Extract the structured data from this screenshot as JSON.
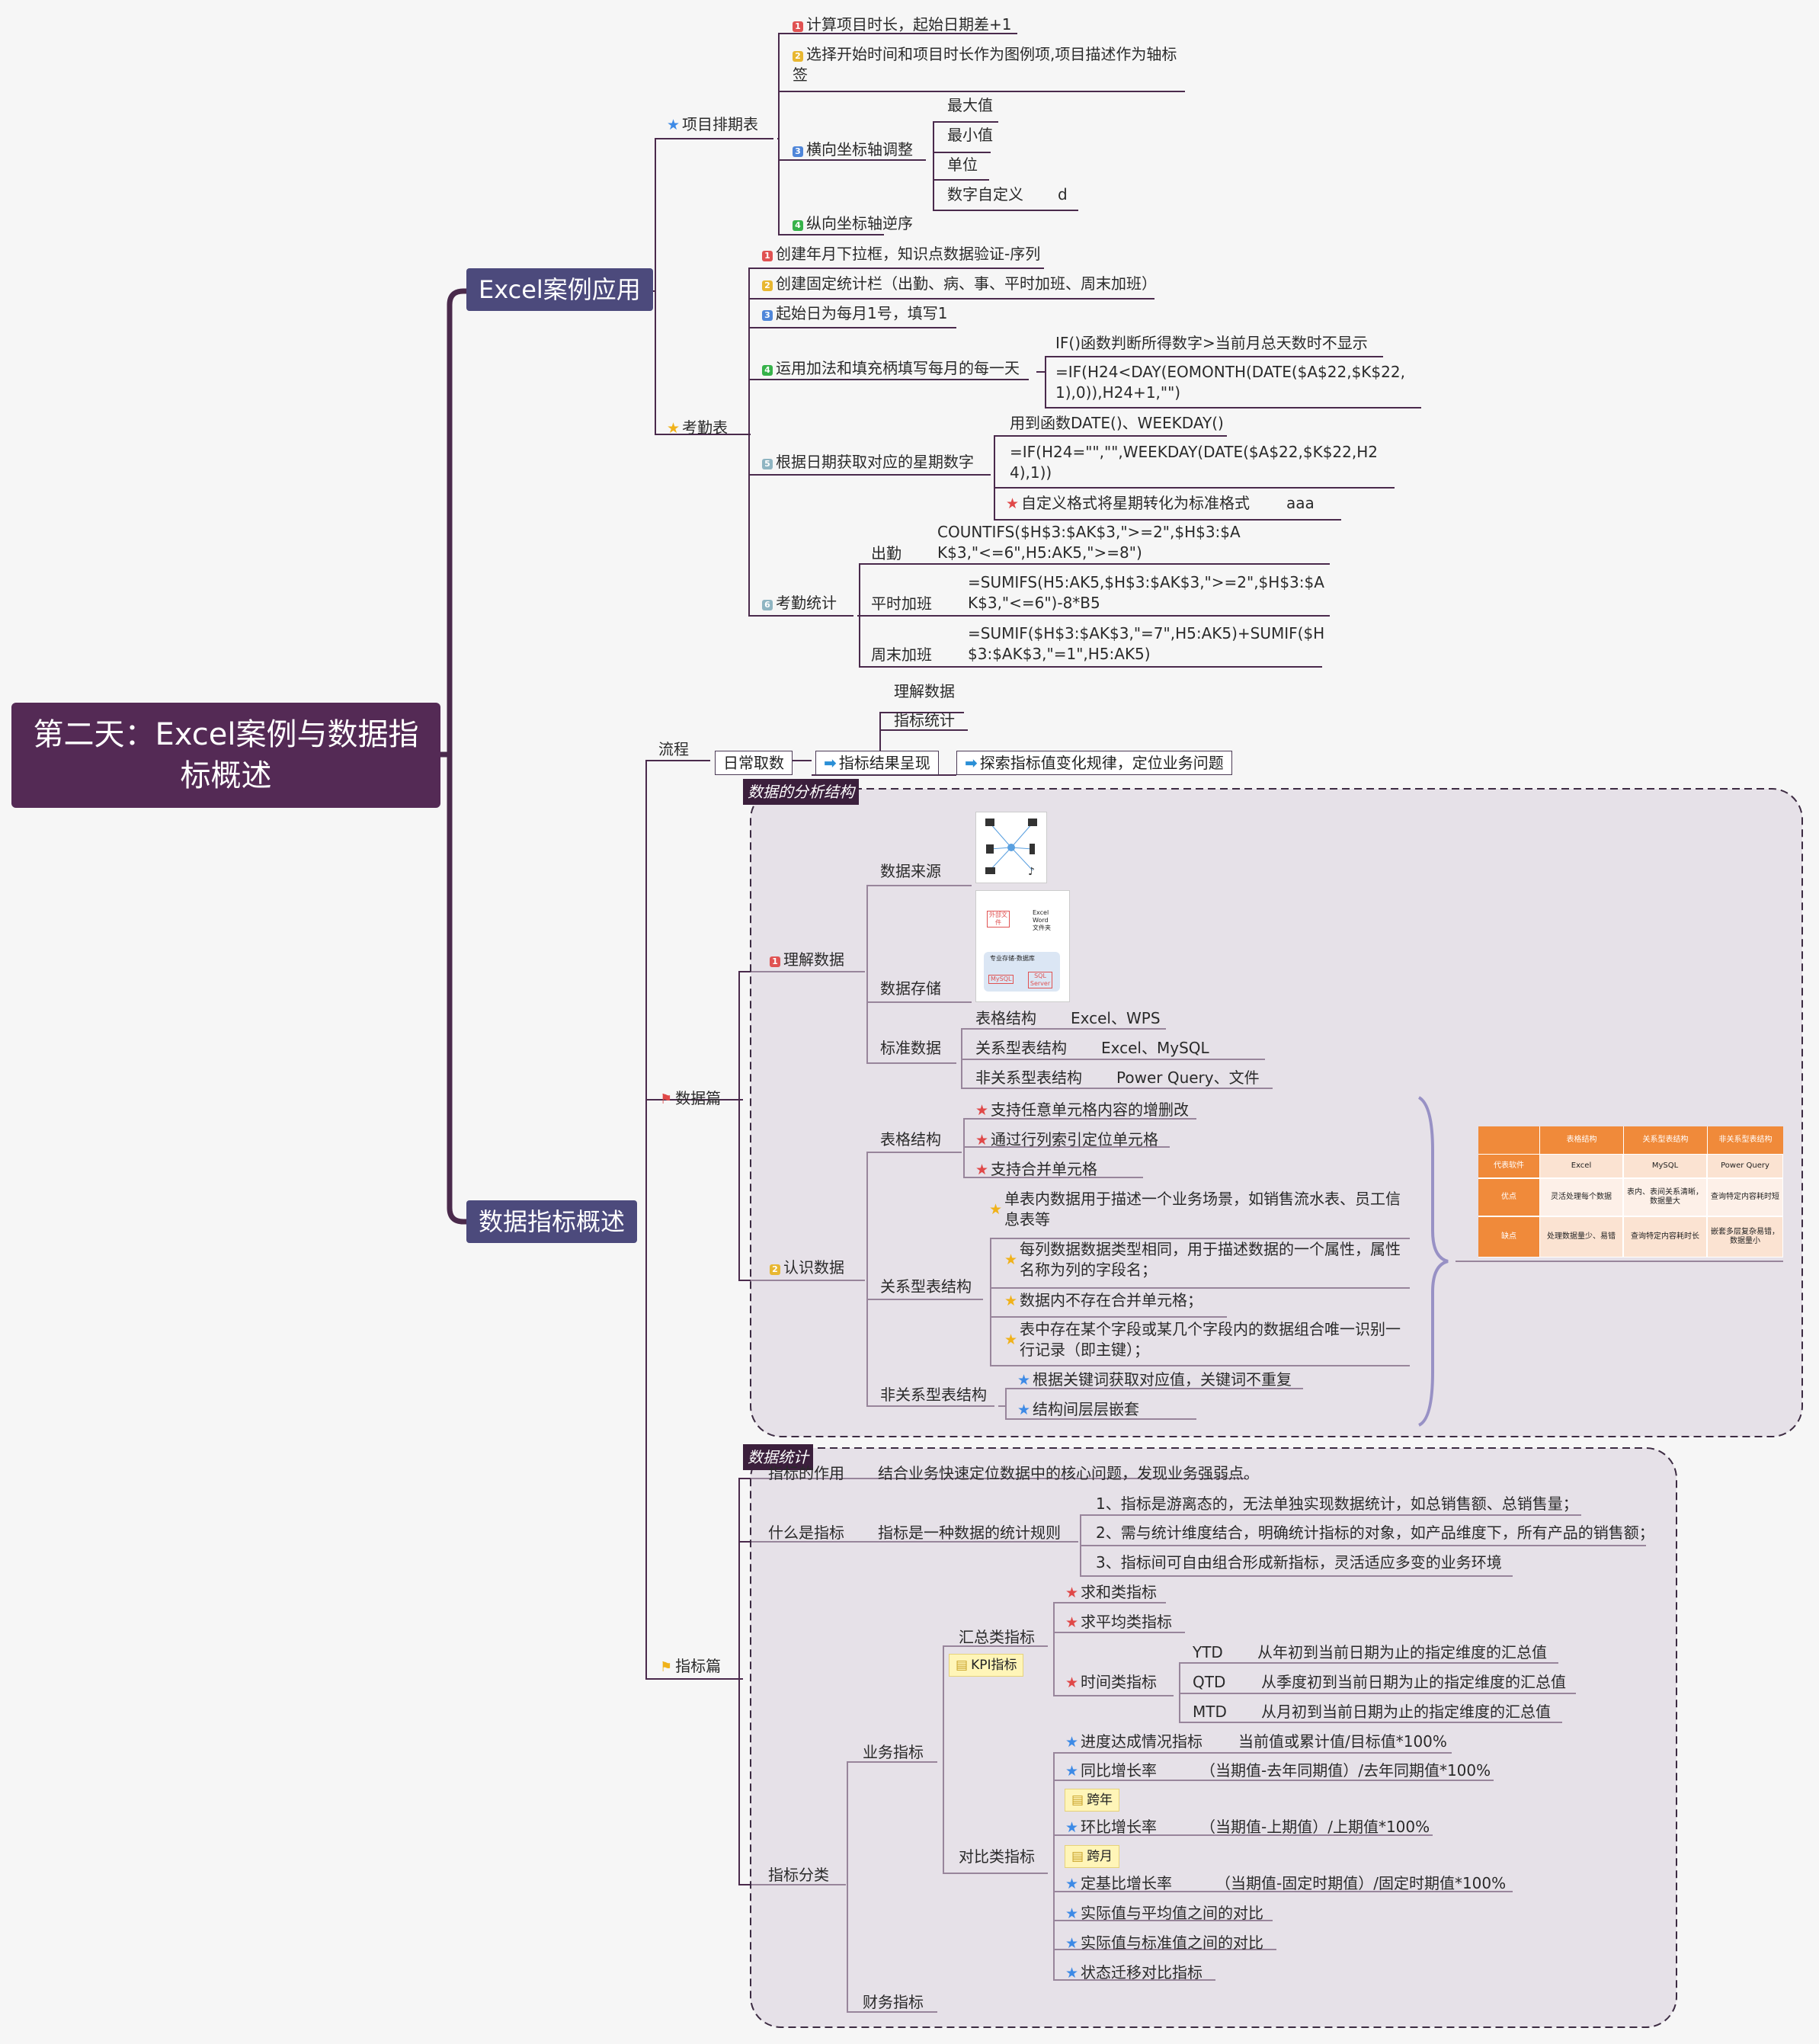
{
  "root": "第二天：Excel案例与数据指标概述",
  "excel_app": {
    "title": "Excel案例应用",
    "schedule": {
      "label": "项目排期表",
      "items": [
        "计算项目时长，起始日期差+1",
        "选择开始时间和项目时长作为图例项,项目描述作为轴标签",
        "横向坐标轴调整",
        "纵向坐标轴逆序"
      ],
      "axis_children": [
        "最大值",
        "最小值",
        "单位",
        "数字自定义"
      ],
      "custom_value": "d"
    },
    "attendance": {
      "label": "考勤表",
      "items": [
        "创建年月下拉框，知识点数据验证-序列",
        "创建固定统计栏（出勤、病、事、平时加班、周末加班）",
        "起始日为每月1号，填写1",
        "运用加法和填充柄填写每月的每一天",
        "根据日期获取对应的星期数字",
        "考勤统计"
      ],
      "fill_children": [
        "IF()函数判断所得数字>当前月总天数时不显示",
        "=IF(H24<DAY(EOMONTH(DATE($A$22,$K$22,1),0)),H24+1,\"\")"
      ],
      "weekday_children": [
        "用到函数DATE()、WEEKDAY()",
        "=IF(H24=\"\",\"\",WEEKDAY(DATE($A$22,$K$22,H24),1))",
        "自定义格式将星期转化为标准格式"
      ],
      "weekday_format": "aaa",
      "stats": [
        {
          "label": "出勤",
          "formula": "COUNTIFS($H$3:$AK$3,\">=2\",$H$3:$AK$3,\"<=6\",H5:AK5,\">=8\")"
        },
        {
          "label": "平时加班",
          "formula": "=SUMIFS(H5:AK5,$H$3:$AK$3,\">=2\",$H$3:$AK$3,\"<=6\")-8*B5"
        },
        {
          "label": "周末加班",
          "formula": "=SUMIF($H$3:$AK$3,\"=7\",H5:AK5)+SUMIF($H$3:$AK$3,\"=1\",H5:AK5)"
        }
      ]
    }
  },
  "metrics": {
    "title": "数据指标概述",
    "flow": {
      "label": "流程",
      "steps": [
        "日常取数",
        "指标结果呈现",
        "探索指标值变化规律，定位业务问题"
      ],
      "above": [
        "理解数据",
        "指标统计"
      ]
    },
    "data_section": {
      "label": "数据篇",
      "badge": "数据的分析结构",
      "understand": {
        "label": "理解数据",
        "source": "数据来源",
        "storage": "数据存储",
        "standard": "标准数据",
        "std_children": [
          {
            "label": "表格结构",
            "value": "Excel、WPS"
          },
          {
            "label": "关系型表结构",
            "value": "Excel、MySQL"
          },
          {
            "label": "非关系型表结构",
            "value": "Power Query、文件"
          }
        ]
      },
      "recognize": {
        "label": "认识数据",
        "table": "表格结构",
        "table_items": [
          "支持任意单元格内容的增删改",
          "通过行列索引定位单元格",
          "支持合并单元格"
        ],
        "relational": "关系型表结构",
        "rel_items": [
          "单表内数据用于描述一个业务场景，如销售流水表、员工信息表等",
          "每列数据数据类型相同，用于描述数据的一个属性，属性名称为列的字段名；",
          "数据内不存在合并单元格；",
          "表中存在某个字段或某几个字段内的数据组合唯一识别一行记录（即主键）；"
        ],
        "nonrel": "非关系型表结构",
        "nonrel_items": [
          "根据关键词获取对应值，关键词不重复",
          "结构间层层嵌套"
        ]
      },
      "storage_img": {
        "tag": "外部文件",
        "files": [
          "Excel",
          "Word",
          "文件夹"
        ],
        "db": "专业存储-数据库",
        "dbs": [
          "MySQL",
          "SQL Server"
        ]
      },
      "table": {
        "headers": [
          "",
          "表格结构",
          "关系型表结构",
          "非关系型表结构"
        ],
        "rows": [
          [
            "代表软件",
            "Excel",
            "MySQL",
            "Power Query"
          ],
          [
            "优点",
            "灵活处理每个数据",
            "表内、表间关系清晰，数据量大",
            "查询特定内容耗时短"
          ],
          [
            "缺点",
            "处理数据量少、易错",
            "查询特定内容耗时长",
            "嵌套多层复杂易错，数据量小"
          ]
        ]
      }
    },
    "index_section": {
      "label": "指标篇",
      "badge": "数据统计",
      "role": {
        "label": "指标的作用",
        "value": "结合业务快速定位数据中的核心问题，发现业务强弱点。"
      },
      "what": {
        "label": "什么是指标",
        "value": "指标是一种数据的统计规则",
        "items": [
          "1、指标是游离态的，无法单独实现数据统计，如总销售额、总销售量；",
          "2、需与统计维度结合，明确统计指标的对象，如产品维度下，所有产品的销售额；",
          "3、指标间可自由组合形成新指标，灵活适应多变的业务环境"
        ]
      },
      "classify": {
        "label": "指标分类",
        "business": "业务指标",
        "finance": "财务指标",
        "summary": "汇总类指标",
        "kpi": "KPI指标",
        "summary_items": [
          "求和类指标",
          "求平均类指标",
          "时间类指标"
        ],
        "time_items": [
          {
            "label": "YTD",
            "value": "从年初到当前日期为止的指定维度的汇总值"
          },
          {
            "label": "QTD",
            "value": "从季度初到当前日期为止的指定维度的汇总值"
          },
          {
            "label": "MTD",
            "value": "从月初到当前日期为止的指定维度的汇总值"
          }
        ],
        "compare": "对比类指标",
        "compare_items": [
          {
            "label": "进度达成情况指标",
            "value": "当前值或累计值/目标值*100%"
          },
          {
            "label": "同比增长率",
            "value": "（当期值-去年同期值）/去年同期值*100%",
            "note": "跨年"
          },
          {
            "label": "环比增长率",
            "value": "（当期值-上期值）/上期值*100%",
            "note": "跨月"
          },
          {
            "label": "定基比增长率",
            "value": "（当期值-固定时期值）/固定时期值*100%"
          },
          {
            "label": "实际值与平均值之间的对比",
            "value": ""
          },
          {
            "label": "实际值与标准值之间的对比",
            "value": ""
          },
          {
            "label": "状态迁移对比指标",
            "value": ""
          }
        ]
      }
    }
  }
}
